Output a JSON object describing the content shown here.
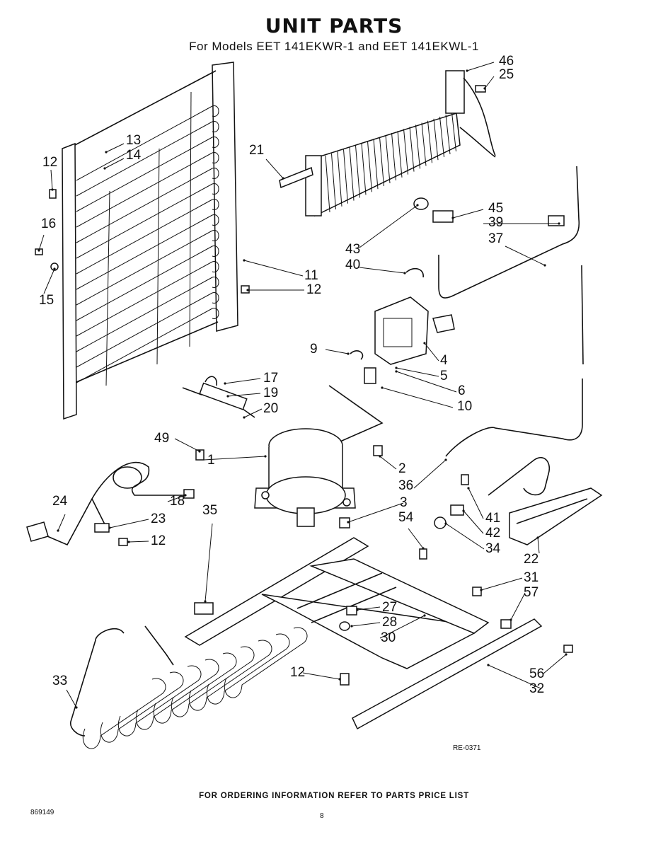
{
  "header": {
    "title": "UNIT PARTS",
    "subtitle": "For Models EET 141EKWR-1 and EET 141EKWL-1"
  },
  "diagram": {
    "reference_code": "RE-0371",
    "callouts": [
      "46",
      "25",
      "21",
      "45",
      "39",
      "37",
      "43",
      "40",
      "13",
      "14",
      "12",
      "16",
      "15",
      "11",
      "12",
      "9",
      "4",
      "5",
      "6",
      "10",
      "17",
      "19",
      "20",
      "49",
      "1",
      "2",
      "36",
      "41",
      "42",
      "34",
      "22",
      "24",
      "18",
      "23",
      "12",
      "35",
      "3",
      "54",
      "31",
      "57",
      "27",
      "28",
      "30",
      "33",
      "12",
      "56",
      "32"
    ]
  },
  "footer": {
    "ordering_note": "FOR ORDERING INFORMATION REFER TO PARTS PRICE LIST",
    "document_number": "869149",
    "page_number": "8"
  }
}
